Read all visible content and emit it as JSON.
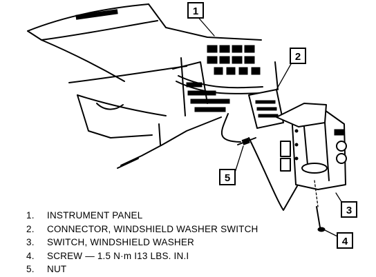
{
  "callouts": [
    {
      "number": "1"
    },
    {
      "number": "2"
    },
    {
      "number": "3"
    },
    {
      "number": "4"
    },
    {
      "number": "5"
    }
  ],
  "legend": [
    {
      "number": "1.",
      "text": "INSTRUMENT PANEL"
    },
    {
      "number": "2.",
      "text": "CONNECTOR, WINDSHIELD WASHER SWITCH"
    },
    {
      "number": "3.",
      "text": "SWITCH, WINDSHIELD WASHER"
    },
    {
      "number": "4.",
      "text": "SCREW — 1.5 N·m I13 LBS. IN.I"
    },
    {
      "number": "5.",
      "text": "NUT"
    }
  ]
}
